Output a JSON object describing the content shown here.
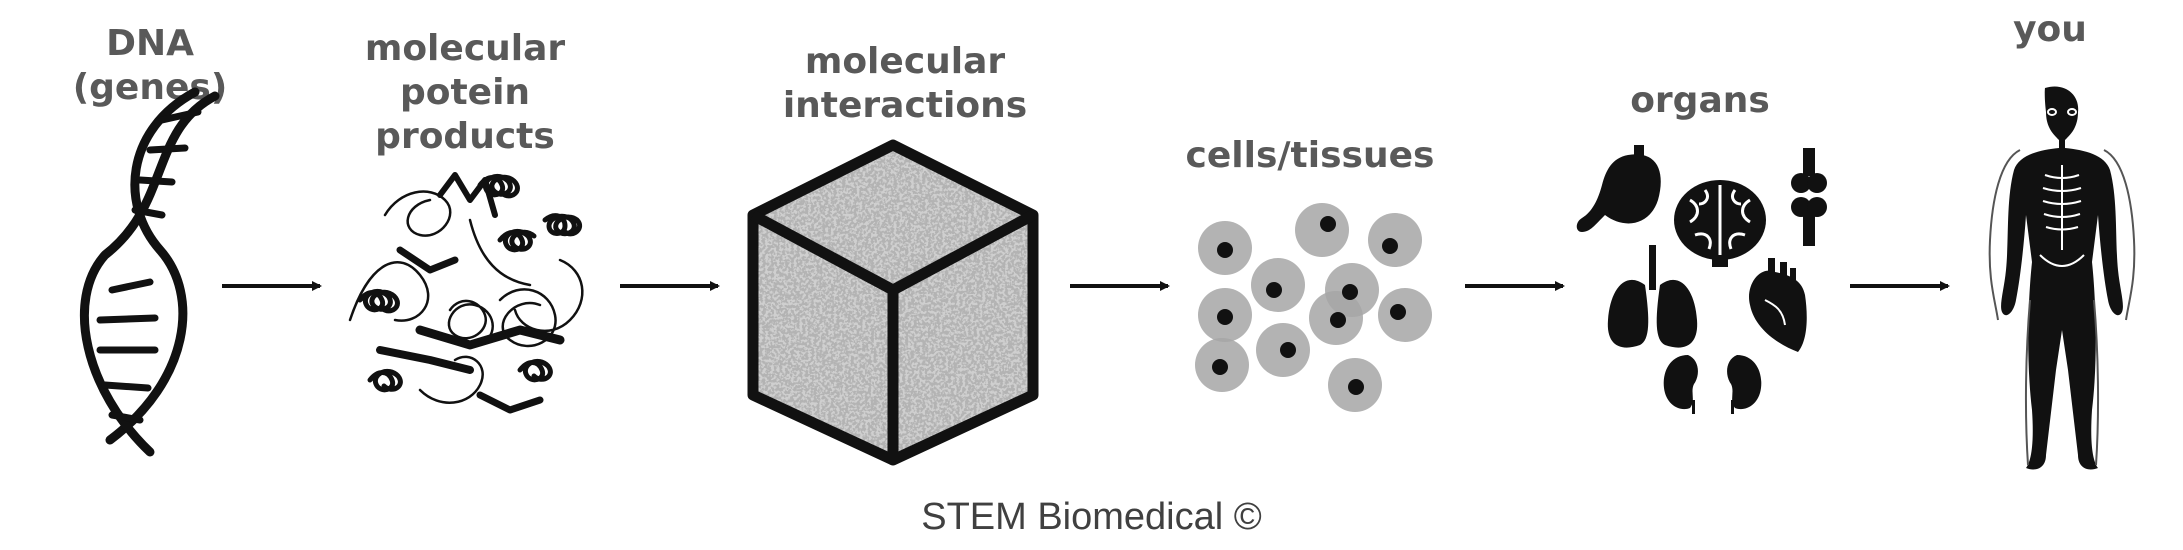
{
  "stages": [
    {
      "id": "dna",
      "label": "DNA (genes)"
    },
    {
      "id": "proteins",
      "label": "molecular\npotein\nproducts"
    },
    {
      "id": "interactions",
      "label": "molecular\ninteractions"
    },
    {
      "id": "cells",
      "label": "cells/tissues"
    },
    {
      "id": "organs",
      "label": "organs"
    },
    {
      "id": "you",
      "label": "you"
    }
  ],
  "footer": "STEM Biomedical ©",
  "colors": {
    "text": "#595959",
    "ink": "#111111",
    "cell": "#a6a6a6",
    "noise": "#8c8c8c"
  },
  "icons": [
    "dna-helix-icon",
    "protein-structure-icon",
    "molecular-cube-icon",
    "cells-icon",
    "stomach-icon",
    "brain-icon",
    "bone-joint-icon",
    "lungs-icon",
    "heart-icon",
    "kidneys-icon",
    "skeleton-icon",
    "arrow-right-icon"
  ]
}
